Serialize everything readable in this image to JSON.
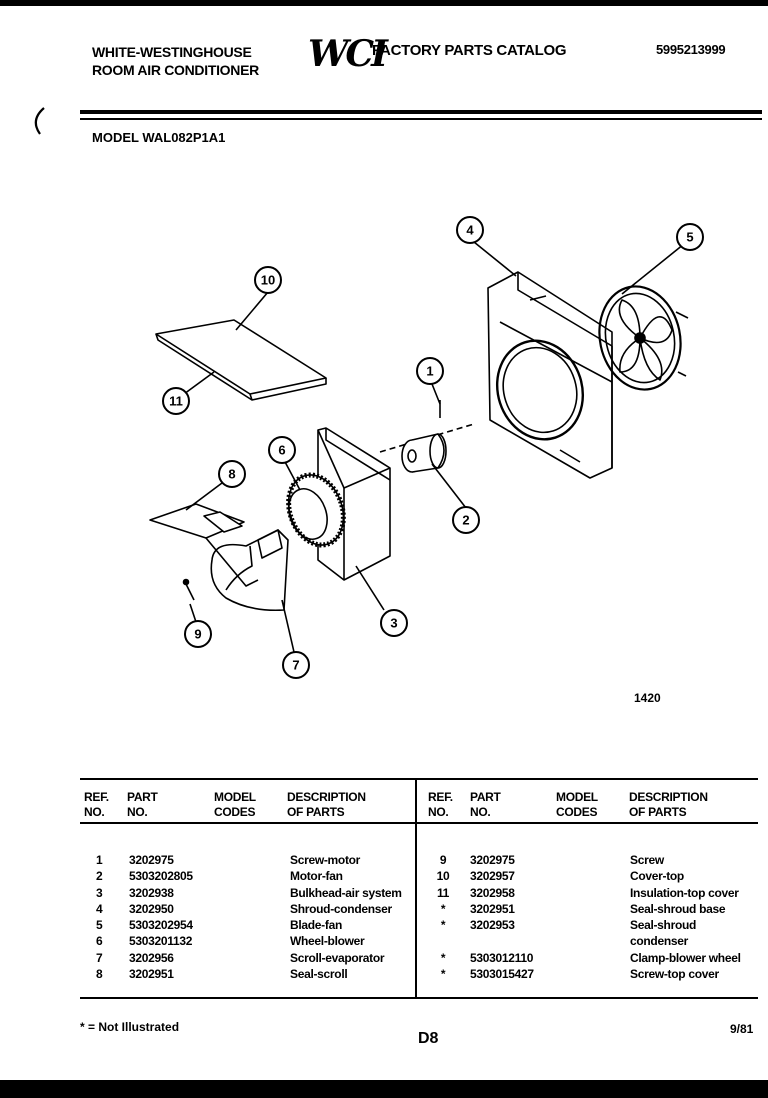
{
  "header": {
    "brand_line1": "WHITE-WESTINGHOUSE",
    "brand_line2": "ROOM AIR CONDITIONER",
    "logo": "WCI",
    "catalog_title": "FACTORY PARTS CATALOG",
    "catalog_number": "5995213999",
    "model_label": "MODEL WAL082P1A1"
  },
  "diagram": {
    "art_number": "1420",
    "callouts": [
      "1",
      "2",
      "3",
      "4",
      "5",
      "6",
      "7",
      "8",
      "9",
      "10",
      "11"
    ]
  },
  "table": {
    "headers": {
      "ref": [
        "REF.",
        "NO."
      ],
      "part": [
        "PART",
        "NO."
      ],
      "model": [
        "MODEL",
        "CODES"
      ],
      "desc": [
        "DESCRIPTION",
        "OF PARTS"
      ]
    },
    "left_rows": [
      {
        "ref": "1",
        "part": "3202975",
        "desc": "Screw-motor"
      },
      {
        "ref": "2",
        "part": "5303202805",
        "desc": "Motor-fan"
      },
      {
        "ref": "3",
        "part": "3202938",
        "desc": "Bulkhead-air system"
      },
      {
        "ref": "4",
        "part": "3202950",
        "desc": "Shroud-condenser"
      },
      {
        "ref": "5",
        "part": "5303202954",
        "desc": "Blade-fan"
      },
      {
        "ref": "6",
        "part": "5303201132",
        "desc": "Wheel-blower"
      },
      {
        "ref": "7",
        "part": "3202956",
        "desc": "Scroll-evaporator"
      },
      {
        "ref": "8",
        "part": "3202951",
        "desc": "Seal-scroll"
      }
    ],
    "right_rows": [
      {
        "ref": "9",
        "part": "3202975",
        "desc": "Screw"
      },
      {
        "ref": "10",
        "part": "3202957",
        "desc": "Cover-top"
      },
      {
        "ref": "11",
        "part": "3202958",
        "desc": "Insulation-top cover"
      },
      {
        "ref": "*",
        "part": "3202951",
        "desc": "Seal-shroud base"
      },
      {
        "ref": "*",
        "part": "3202953",
        "desc": "Seal-shroud"
      },
      {
        "ref": "",
        "part": "",
        "desc": "condenser"
      },
      {
        "ref": "*",
        "part": "5303012110",
        "desc": "Clamp-blower wheel"
      },
      {
        "ref": "*",
        "part": "5303015427",
        "desc": "Screw-top cover"
      }
    ]
  },
  "footer": {
    "note": "* = Not Illustrated",
    "page_code": "D8",
    "date": "9/81"
  }
}
